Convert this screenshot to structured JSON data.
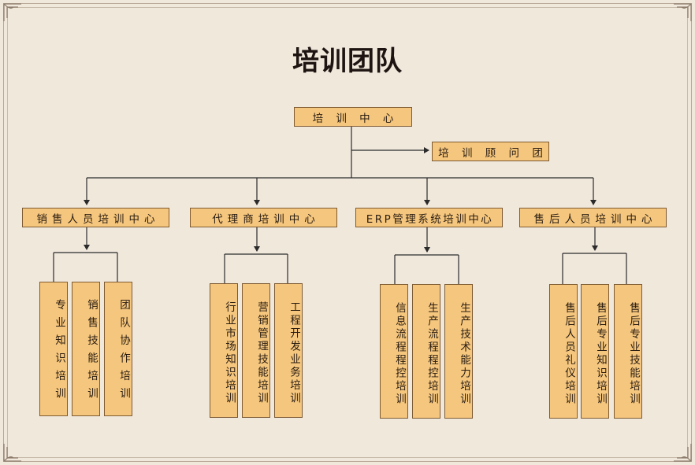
{
  "title": "培训团队",
  "root": {
    "label": "培 训 中 心"
  },
  "advisor": {
    "label": "培 训 顾 问 团"
  },
  "centers": [
    {
      "label": "销售人员培训中心",
      "children": [
        "专业知识培训",
        "销售技能培训",
        "团队协作培训"
      ]
    },
    {
      "label": "代理商培训中心",
      "children": [
        "行业市场知识培训",
        "营销管理技能培训",
        "工程开发业务培训"
      ]
    },
    {
      "label": "ERP管理系统培训中心",
      "children": [
        "信息流程程控培训",
        "生产流程程控培训",
        "生产技术能力培训"
      ]
    },
    {
      "label": "售后人员培训中心",
      "children": [
        "售后人员礼仪培训",
        "售后专业知识培训",
        "售后专业技能培训"
      ]
    }
  ],
  "colors": {
    "box_fill": "#f5c67d",
    "box_border": "#7d5a32",
    "background": "#f1e8dc",
    "line": "#2b2b2b"
  }
}
